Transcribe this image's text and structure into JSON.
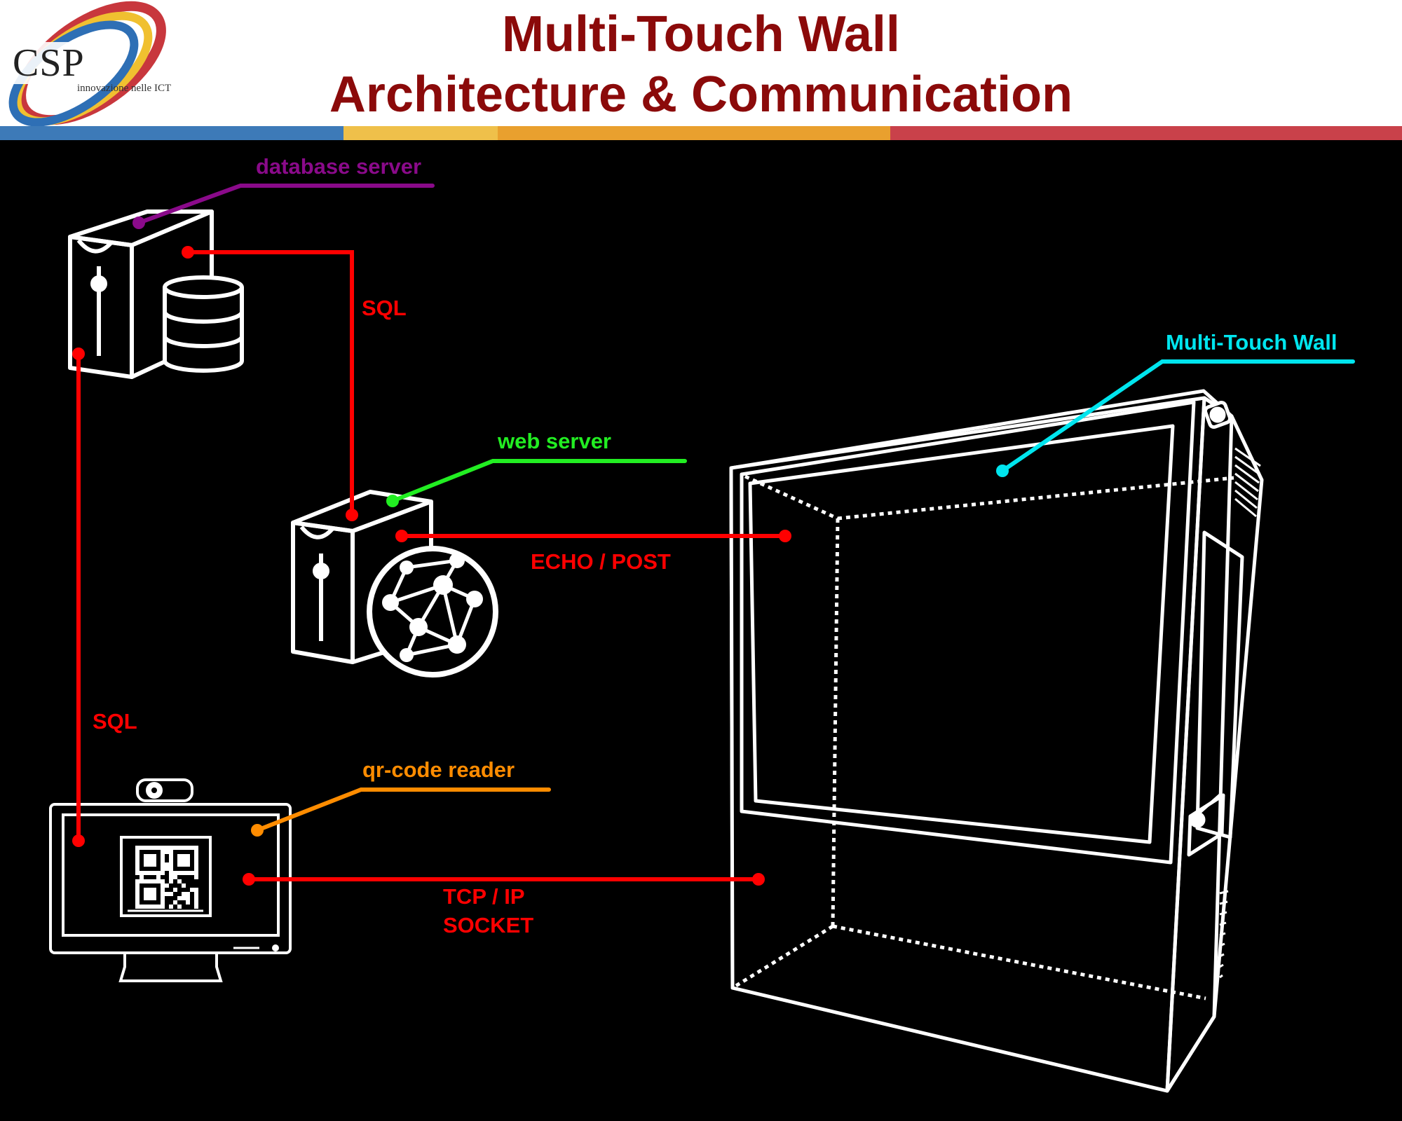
{
  "header": {
    "title_line1": "Multi-Touch Wall",
    "title_line2": "Architecture & Communication",
    "logo_text": "CSP",
    "logo_subtitle": "innovazione nelle ICT"
  },
  "colors": {
    "title": "#8b0a0a",
    "database": "#8a0a8a",
    "web": "#22ee22",
    "qr": "#ff8c00",
    "wall": "#00e5ee",
    "link": "#ff0000"
  },
  "nodes": {
    "database_server": {
      "label": "database server",
      "icon": "database-server-icon"
    },
    "web_server": {
      "label": "web server",
      "icon": "web-server-icon"
    },
    "qr_reader": {
      "label": "qr-code reader",
      "icon": "qr-monitor-icon"
    },
    "wall": {
      "label": "Multi-Touch Wall",
      "icon": "multitouch-wall-icon"
    }
  },
  "links": {
    "db_web": "SQL",
    "db_qr": "SQL",
    "web_wall": "ECHO / POST",
    "qr_wall_1": "TCP / IP",
    "qr_wall_2": "SOCKET"
  }
}
